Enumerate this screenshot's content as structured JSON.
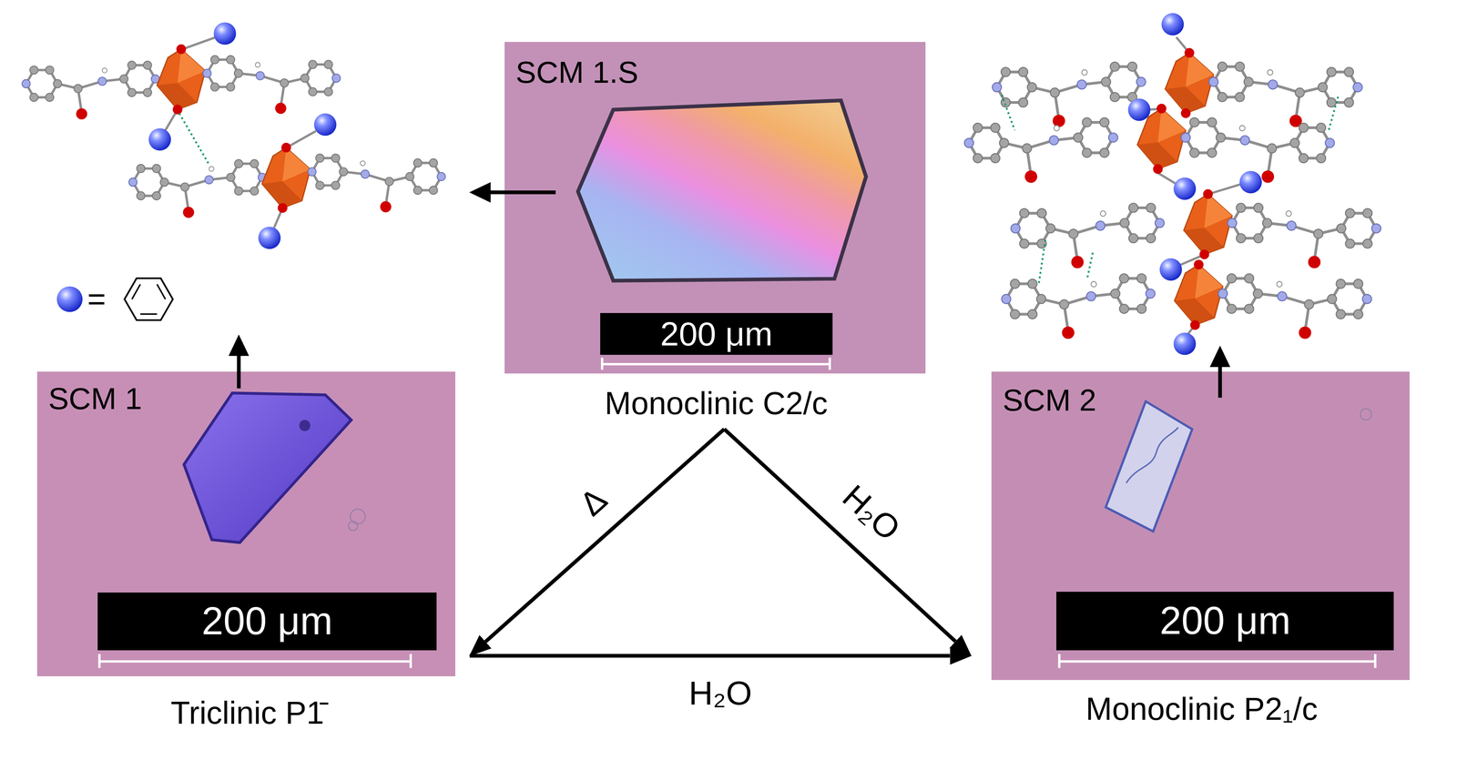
{
  "diagram": {
    "nodes": [
      {
        "text": [
          "SCM 1.S",
          "200 μm",
          "Monoclinic C2/c"
        ]
      },
      {
        "text": [
          "SCM 1",
          "200 μm",
          "Triclinic P1̄"
        ]
      },
      {
        "text": [
          "SCM 2",
          "200 μm",
          "Monoclinic P2₁/c"
        ]
      }
    ],
    "edges": [
      {
        "from": 0,
        "to": 1,
        "label": "Δ",
        "arrow": "to"
      },
      {
        "from": 0,
        "to": 2,
        "label": "H₂O",
        "arrow": "to"
      },
      {
        "from": 1,
        "to": 2,
        "label": "H₂O",
        "arrow": "to"
      }
    ],
    "labels": [
      "="
    ]
  }
}
